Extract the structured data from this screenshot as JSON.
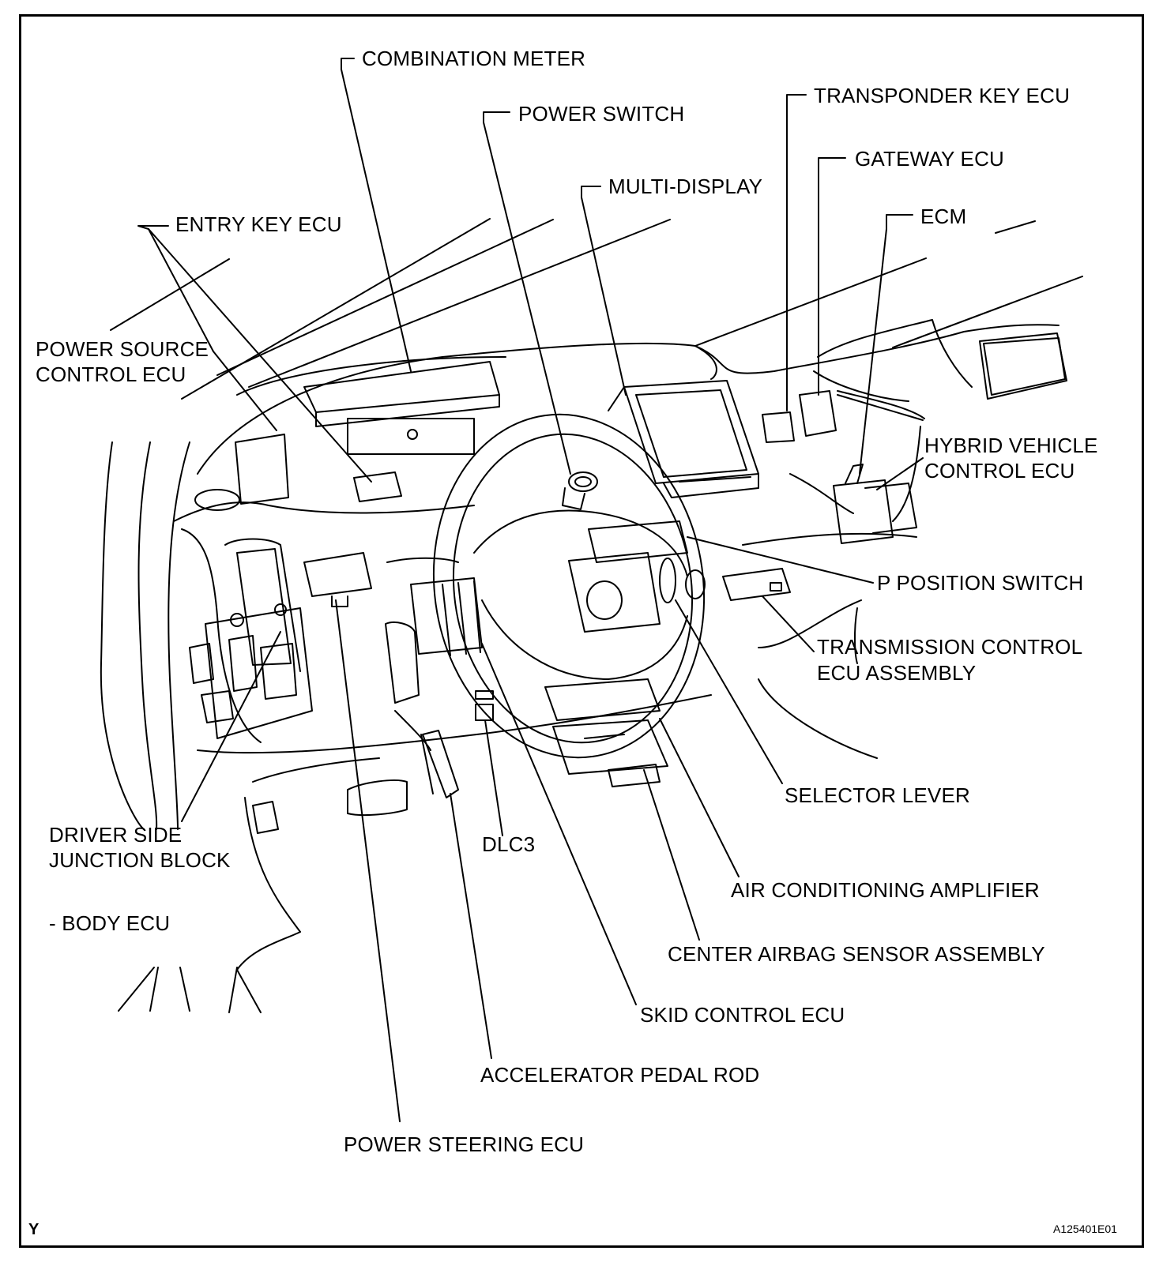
{
  "labels": {
    "combination_meter": "COMBINATION METER",
    "power_switch": "POWER SWITCH",
    "transponder_key_ecu": "TRANSPONDER KEY ECU",
    "gateway_ecu": "GATEWAY ECU",
    "multi_display": "MULTI-DISPLAY",
    "ecm": "ECM",
    "entry_key_ecu": "ENTRY KEY ECU",
    "power_source_control_ecu_1": "POWER SOURCE",
    "power_source_control_ecu_2": "CONTROL ECU",
    "hybrid_vehicle_control_ecu_1": "HYBRID VEHICLE",
    "hybrid_vehicle_control_ecu_2": "CONTROL ECU",
    "p_position_switch": "P POSITION SWITCH",
    "transmission_control_ecu_1": "TRANSMISSION CONTROL",
    "transmission_control_ecu_2": "ECU ASSEMBLY",
    "selector_lever": "SELECTOR LEVER",
    "driver_side_junction_block_1": "DRIVER SIDE",
    "driver_side_junction_block_2": "JUNCTION BLOCK",
    "dlc3": "DLC3",
    "air_conditioning_amplifier": "AIR CONDITIONING AMPLIFIER",
    "body_ecu": "- BODY ECU",
    "center_airbag_sensor_assembly": "CENTER AIRBAG SENSOR ASSEMBLY",
    "skid_control_ecu": "SKID CONTROL ECU",
    "accelerator_pedal_rod": "ACCELERATOR PEDAL ROD",
    "power_steering_ecu": "POWER STEERING ECU"
  },
  "corner_mark": "Y",
  "figure_code": "A125401E01",
  "colors": {
    "ink": "#000000",
    "background": "#ffffff"
  }
}
